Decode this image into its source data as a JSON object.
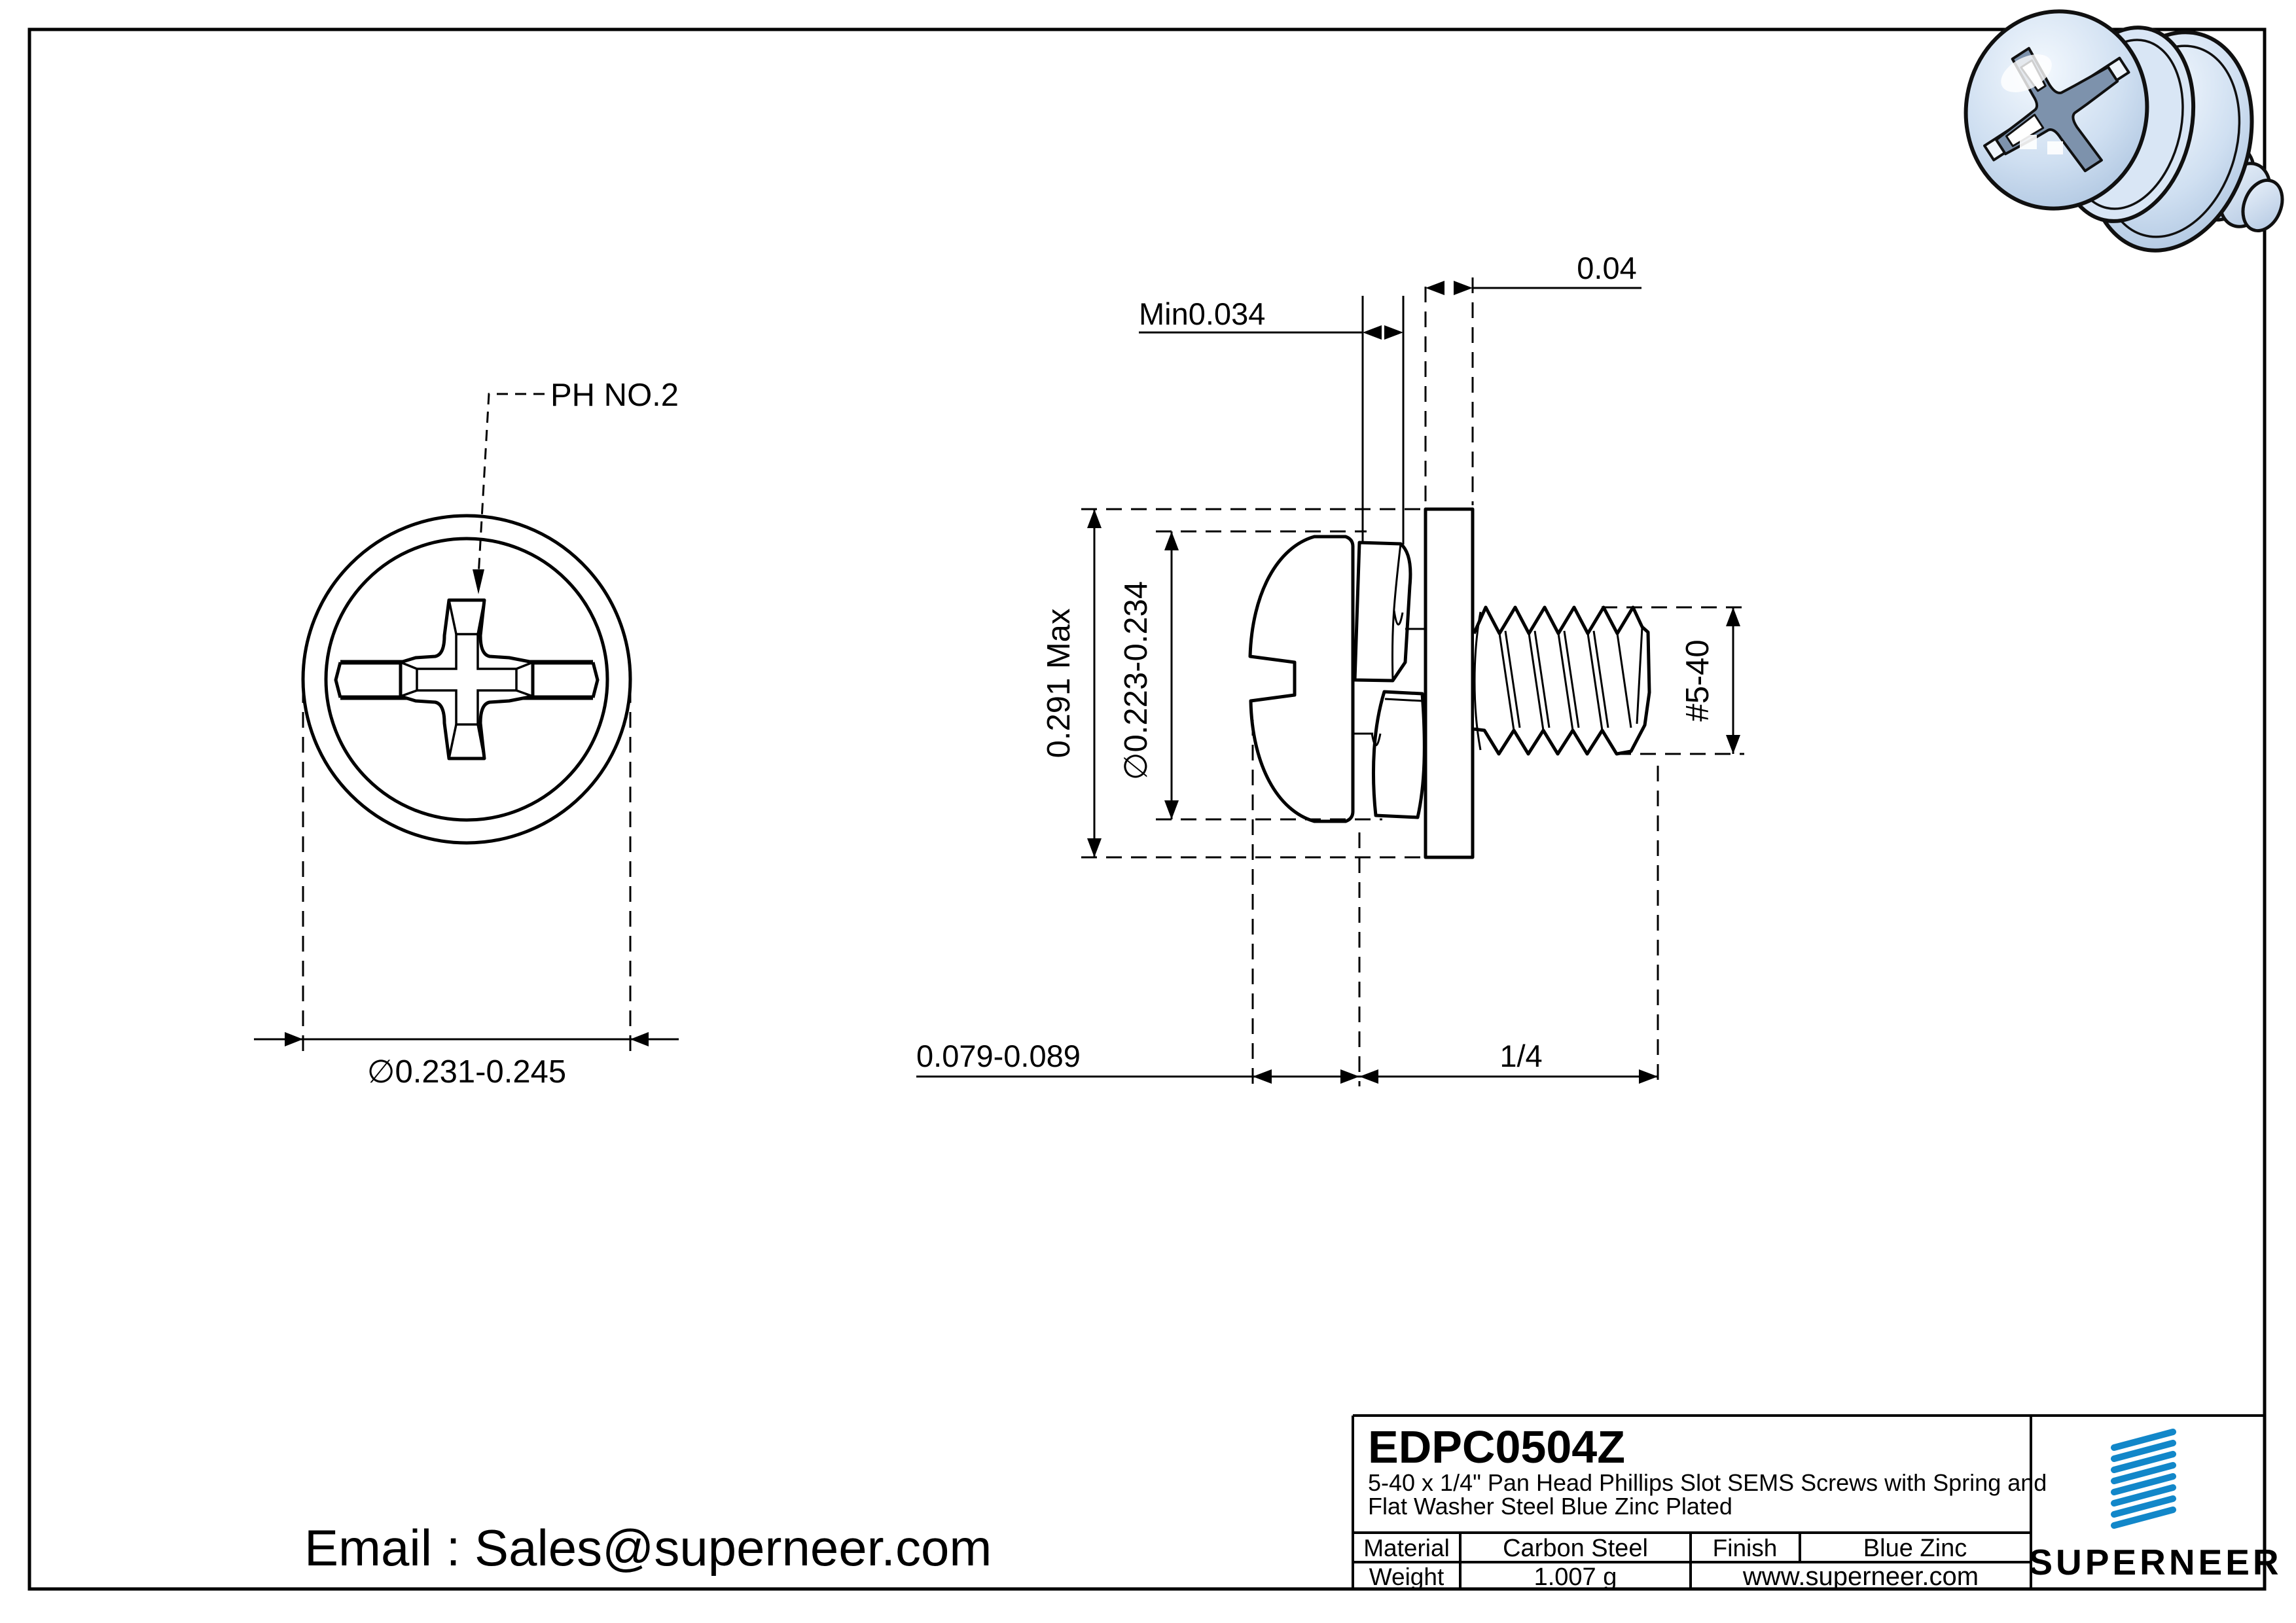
{
  "drawing": {
    "front_view": {
      "recess_label": "PH NO.2",
      "head_diameter": "∅0.231-0.245"
    },
    "side_view": {
      "spring_min_thickness": "Min0.034",
      "flat_washer_thickness": "0.04",
      "washer_od_max": "0.291 Max",
      "spring_od": "∅0.223-0.234",
      "thread_spec": "#5-40",
      "head_height": "0.079-0.089",
      "thread_length": "1/4"
    }
  },
  "contact": {
    "email": "Email : Sales@superneer.com"
  },
  "title_block": {
    "part_number": "EDPC0504Z",
    "description_line1": "5-40 x 1/4\" Pan Head Phillips Slot SEMS Screws with Spring and",
    "description_line2": "Flat Washer Steel Blue Zinc Plated",
    "material_label": "Material",
    "material_value": "Carbon Steel",
    "finish_label": "Finish",
    "finish_value": "Blue Zinc",
    "weight_label": "Weight",
    "weight_value": "1.007 g",
    "website": "www.superneer.com",
    "brand": "SUPERNEER"
  },
  "colors": {
    "brand_blue": "#1287c9",
    "link_blue": "#1d8fd4",
    "line_black": "#000000"
  }
}
